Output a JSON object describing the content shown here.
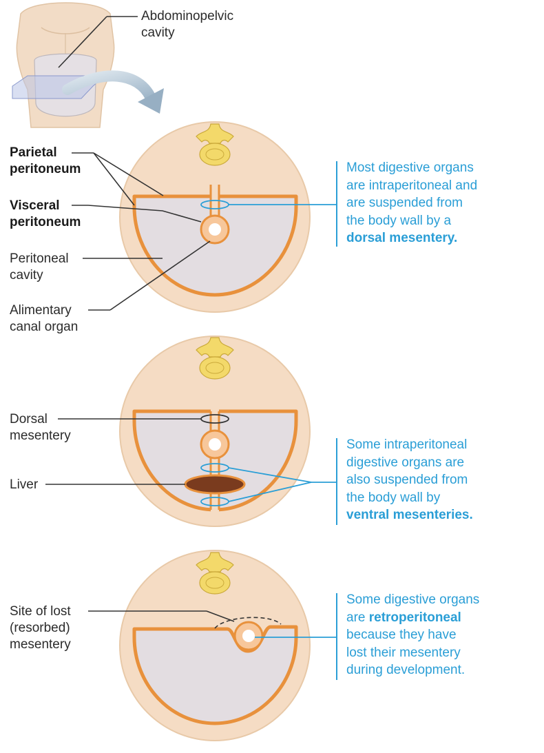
{
  "header": {
    "label_line1": "Abdominopelvic",
    "label_line2": "cavity"
  },
  "panel1": {
    "parietal_line1": "Parietal",
    "parietal_line2": "peritoneum",
    "visceral_line1": "Visceral",
    "visceral_line2": "peritoneum",
    "cavity_line1": "Peritoneal",
    "cavity_line2": "cavity",
    "organ_line1": "Alimentary",
    "organ_line2": "canal organ",
    "note_line1": "Most digestive organs",
    "note_line2": "are intraperitoneal and",
    "note_line3": "are suspended from",
    "note_line4": "the body wall by a",
    "note_line5": "dorsal mesentery."
  },
  "panel2": {
    "dorsal_line1": "Dorsal",
    "dorsal_line2": "mesentery",
    "liver": "Liver",
    "note_line1": "Some intraperitoneal",
    "note_line2": "digestive organs are",
    "note_line3": "also suspended from",
    "note_line4": "the body wall by",
    "note_line5": "ventral mesenteries."
  },
  "panel3": {
    "site_line1": "Site of lost",
    "site_line2": "(resorbed)",
    "site_line3": "mesentery",
    "note_line1": "Some digestive organs",
    "note_line2a": "are ",
    "note_line2b": "retroperitoneal",
    "note_line3": "because they have",
    "note_line4": "lost their mesentery",
    "note_line5": "during development."
  },
  "colors": {
    "body_fill": "#f5dcc4",
    "body_stroke": "#e8c9a8",
    "peritoneum": "#e8913c",
    "cavity_fill": "#e3dde1",
    "vertebra": "#f3d96a",
    "liver": "#7a3b1e",
    "accent_blue": "#2a9ed6",
    "leader": "#333333"
  }
}
